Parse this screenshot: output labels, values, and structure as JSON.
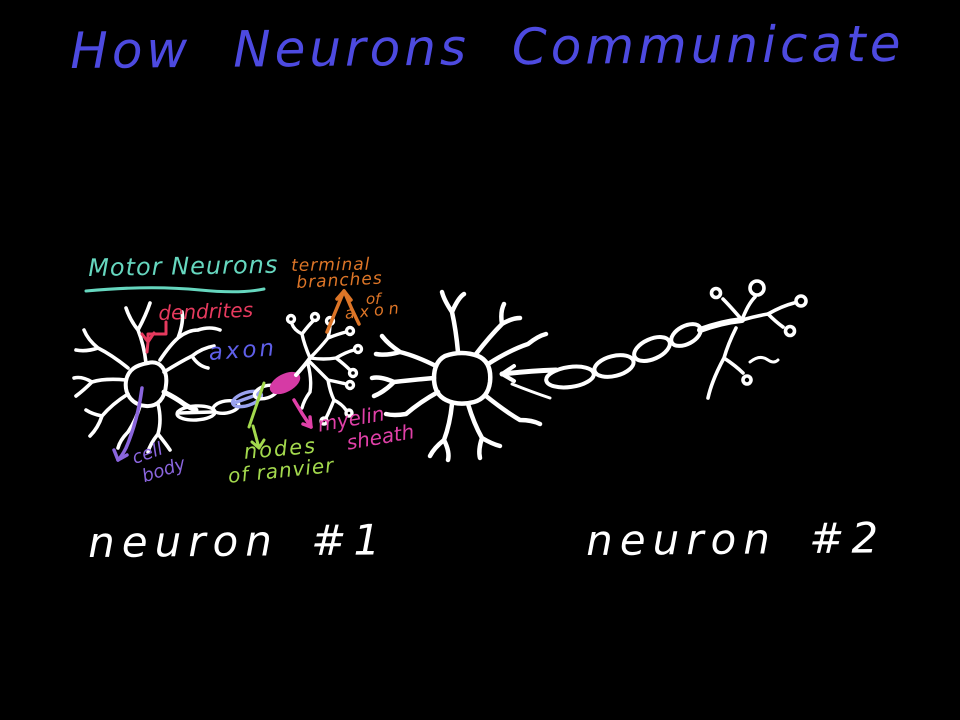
{
  "title": "How Neurons Communicate",
  "colors": {
    "background": "#000000",
    "title_blue": "#4d4ae0",
    "teal": "#66d7bf",
    "red": "#e63a5e",
    "axon_blue": "#5f5fe8",
    "orange": "#dd7527",
    "magenta": "#e040a8",
    "green": "#a3d94d",
    "purple": "#8a65dd",
    "periwinkle": "#9aa2ef",
    "myelin_fill": "#d63aa5",
    "ink_white": "#ffffff"
  },
  "section": {
    "label": "Motor Neurons"
  },
  "labels": {
    "dendrites": "dendrites",
    "axon": "axon",
    "terminal_line1": "terminal",
    "terminal_line2": "branches",
    "terminal_line3": "of",
    "terminal_line4": "axon",
    "myelin_line1": "myelin",
    "myelin_line2": "sheath",
    "nodes_line1": "nodes",
    "nodes_line2": "of ranvier",
    "cell_line1": "cell",
    "cell_line2": "body"
  },
  "captions": {
    "neuron1": "neuron #1",
    "neuron2": "neuron #2"
  }
}
